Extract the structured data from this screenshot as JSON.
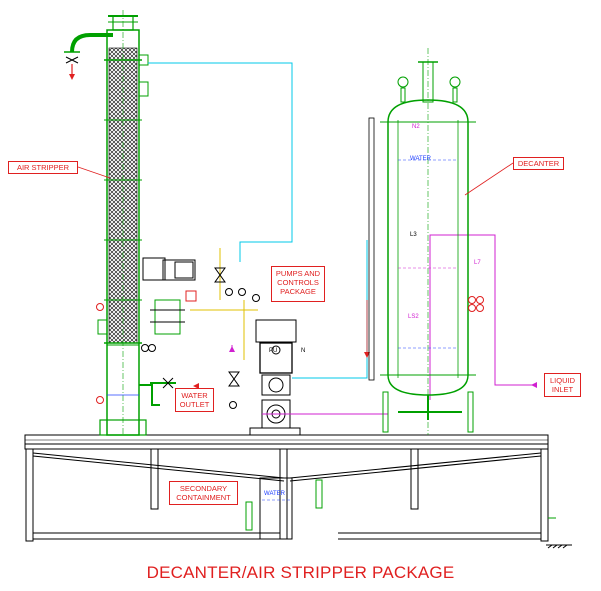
{
  "title": "DECANTER/AIR STRIPPER PACKAGE",
  "callouts": {
    "air_stripper": "AIR STRIPPER",
    "decanter": "DECANTER",
    "pumps_line1": "PUMPS AND",
    "pumps_line2": "CONTROLS",
    "pumps_line3": "PACKAGE",
    "water_line1": "WATER",
    "water_line2": "OUTLET",
    "liquid_line1": "LIQUID",
    "liquid_line2": "INLET",
    "containment_line1": "SECONDARY",
    "containment_line2": "CONTAINMENT"
  },
  "vessel_labels": {
    "n2": "N2",
    "water": "WATER",
    "l3": "L3",
    "l7": "L7",
    "ls2": "LS2",
    "containment_water": "WATER",
    "pump_tag": "PU",
    "valve_tag": "N"
  },
  "colors": {
    "callout_red": "#e02020",
    "vessel_green": "#00a000",
    "gas_cyan": "#00c8e8",
    "liquid_magenta": "#d020d0",
    "water_blue": "#2040ff",
    "control_yellow": "#e0c000",
    "structure_black": "#000000"
  }
}
